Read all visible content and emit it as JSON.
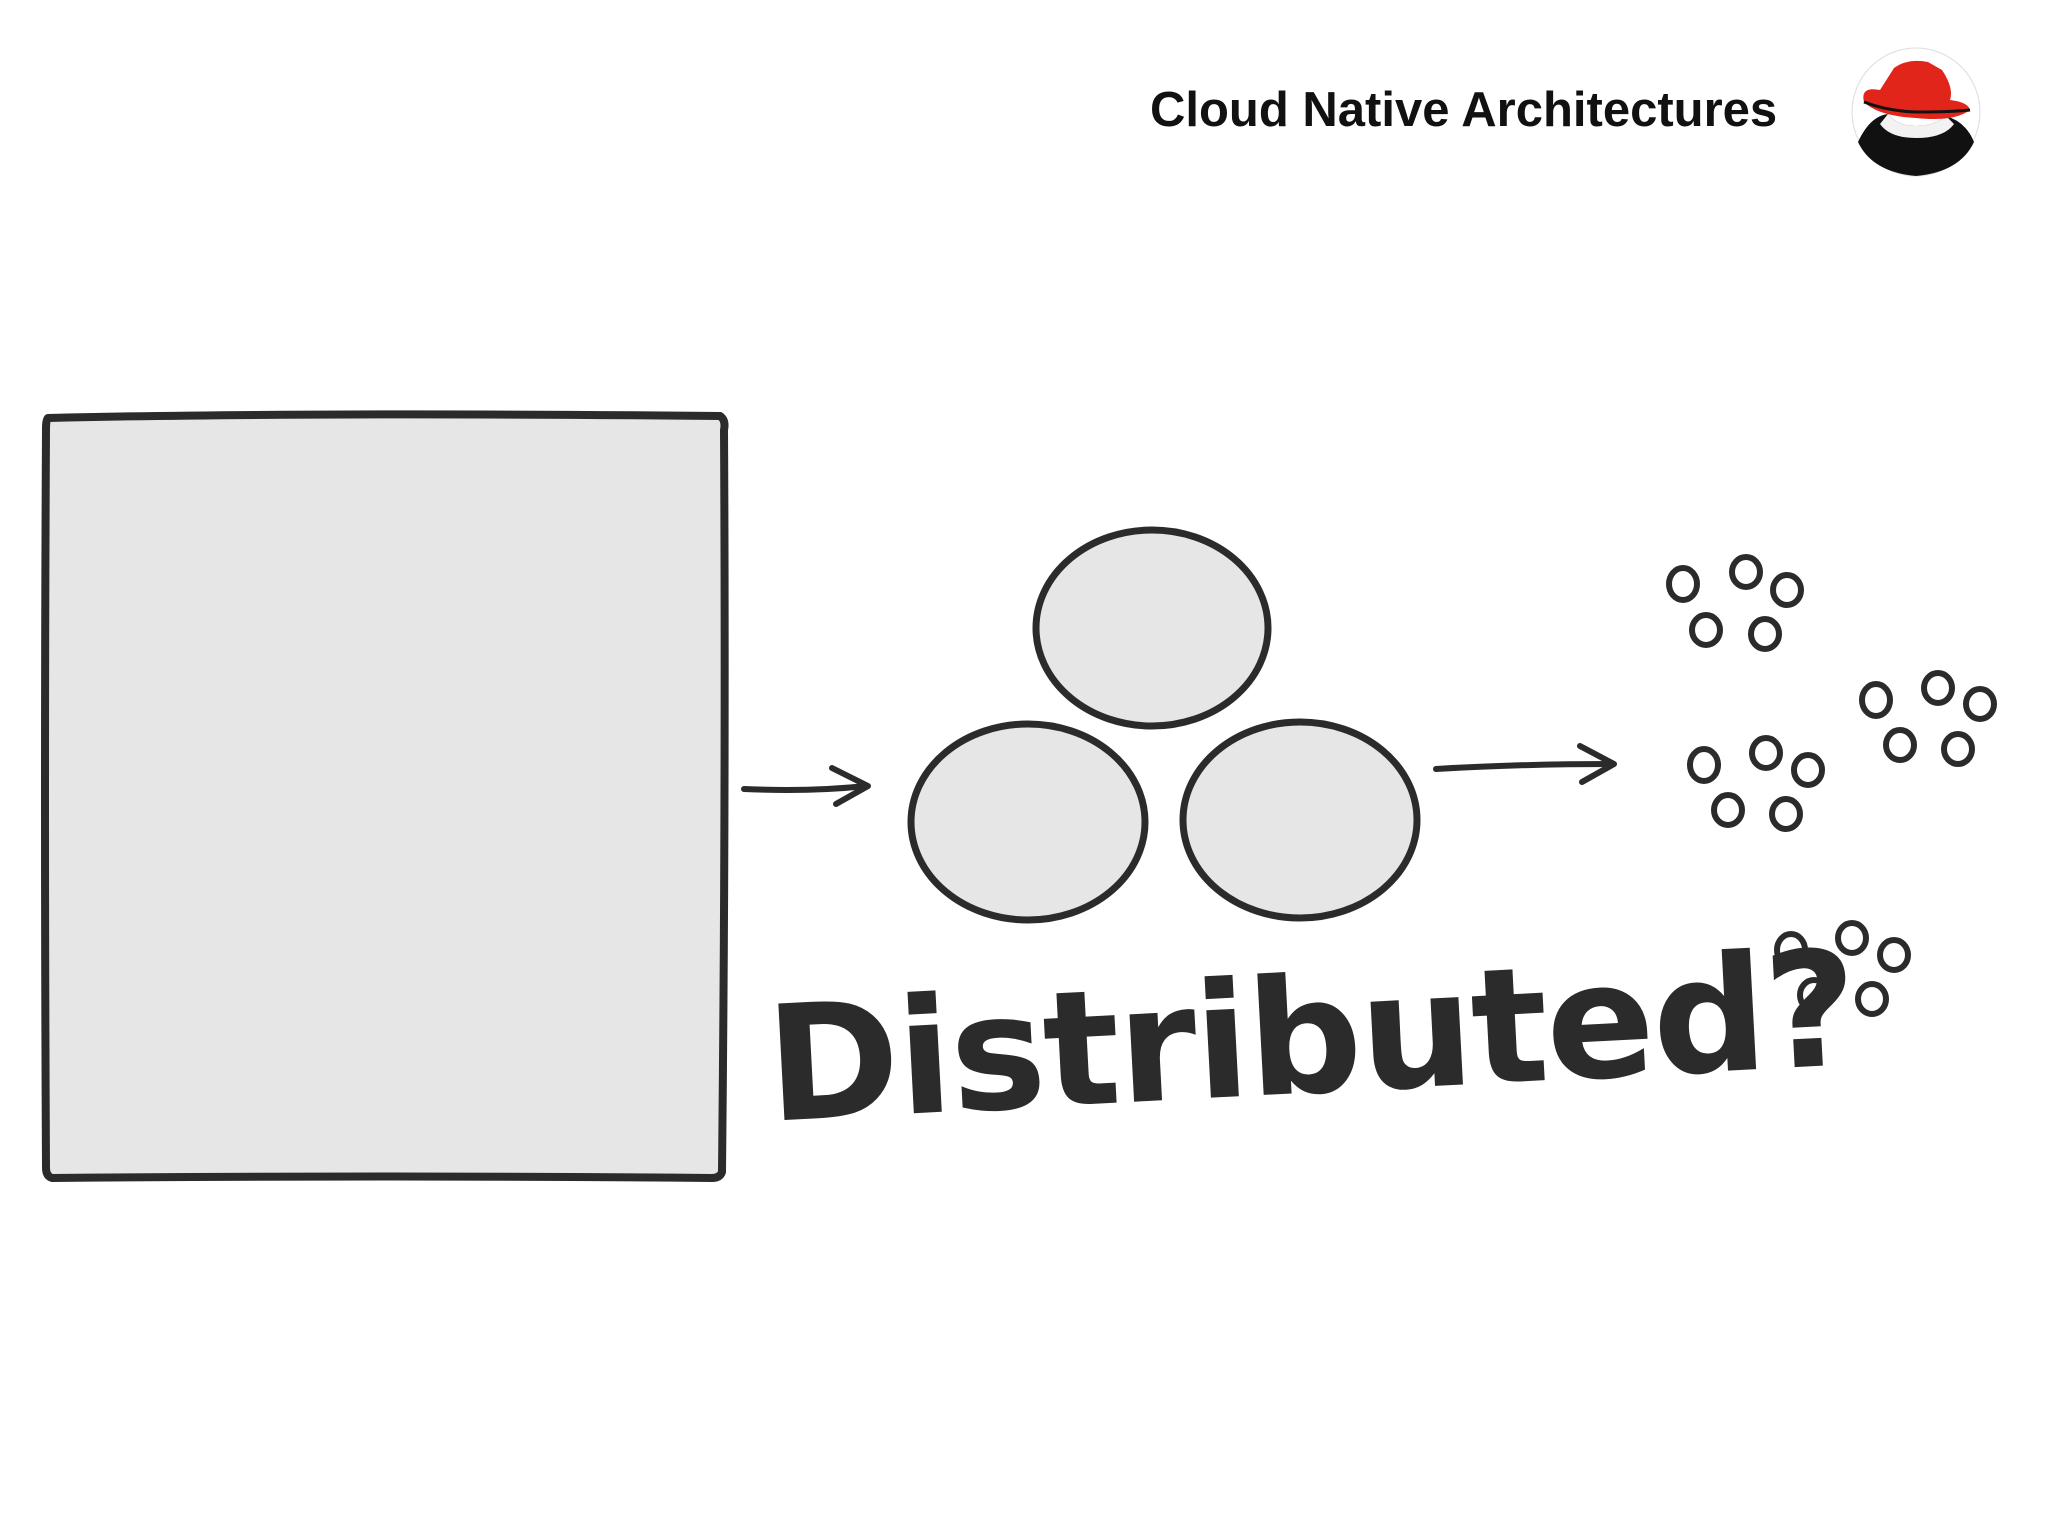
{
  "header": {
    "title": "Cloud Native Architectures",
    "logo": "red-hat-shadowman-icon"
  },
  "diagram": {
    "label": "Distributed?",
    "stages": [
      "monolith",
      "services",
      "microservices"
    ],
    "colors": {
      "stroke": "#2b2b2b",
      "fill": "#e6e6e6",
      "brand_red": "#e1251b"
    }
  }
}
